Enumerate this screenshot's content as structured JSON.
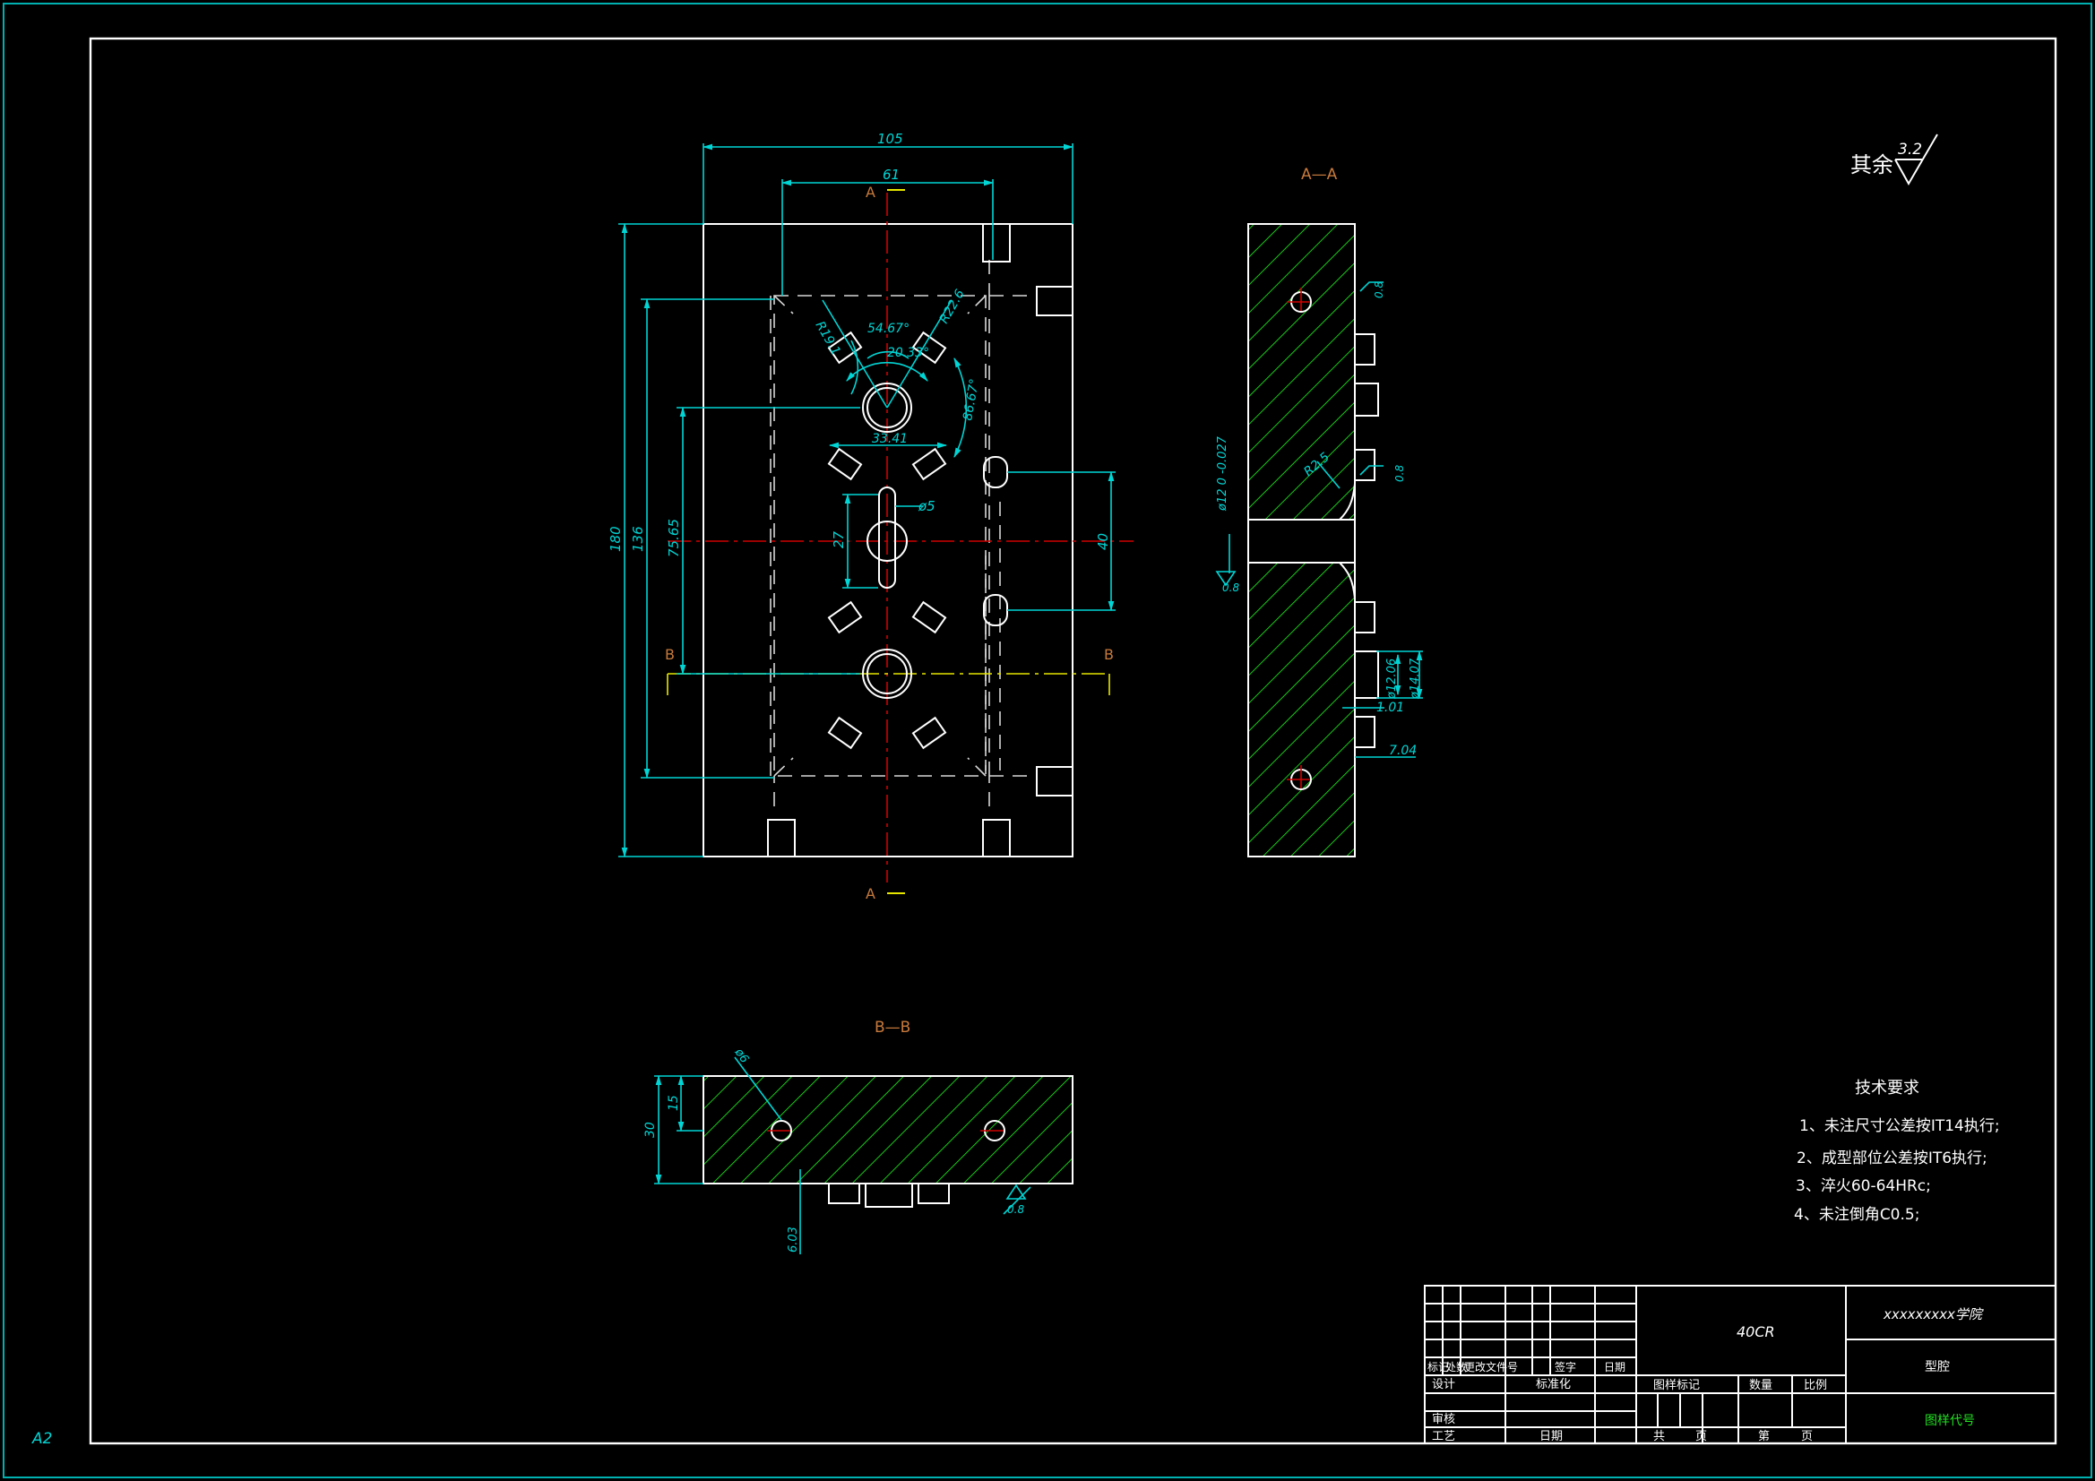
{
  "sheet_size": "A2",
  "views": {
    "section_aa": "A—A",
    "section_bb": "B—B",
    "cut_a": "A",
    "cut_b": "B"
  },
  "front_dims": {
    "overall_width": "105",
    "pitch_width": "61",
    "overall_height": "180",
    "pitch_height": "136",
    "center_offset": "75.65",
    "slot_length": "27",
    "pin_dia": "ø5",
    "pin_spacing": "40",
    "radius_1": "R19.1",
    "radius_2": "R22.6",
    "angle_1": "54.67°",
    "angle_2": "20.33°",
    "angle_3": "86.67°",
    "chord": "33.41"
  },
  "section_aa_dims": {
    "radius": "R2.5",
    "bore": "ø12 0 -0.027",
    "diam_1": "ø12.06",
    "diam_2": "ø14.07",
    "step_1": "1.01",
    "step_2": "7.04",
    "roughness": "0.8"
  },
  "section_bb_dims": {
    "thickness": "30",
    "half_thickness": "15",
    "hole": "ø6",
    "depth": "6.03",
    "roughness": "0.8"
  },
  "surface_finish": {
    "label": "其余",
    "value": "3.2"
  },
  "tech_requirements": {
    "title": "技术要求",
    "items": [
      "1、未注尺寸公差按IT14执行;",
      "2、成型部位公差按IT6执行;",
      "3、淬火60-64HRc;",
      "4、未注倒角C0.5;"
    ]
  },
  "title_block": {
    "material": "40CR",
    "school": "xxxxxxxxx学院",
    "part_name": "型腔",
    "drawing_no": "图样代号",
    "rev_headers": [
      "标记",
      "处数",
      "更改文件号",
      "签字",
      "日期"
    ],
    "design": "设计",
    "standardize": "标准化",
    "review": "审核",
    "process": "工艺",
    "date": "日期",
    "stage_mark": "图样标记",
    "quantity": "数量",
    "scale": "比例",
    "total": "共",
    "sheet_word": "页",
    "sheet_num": "第",
    "sheet_word2": "页"
  }
}
